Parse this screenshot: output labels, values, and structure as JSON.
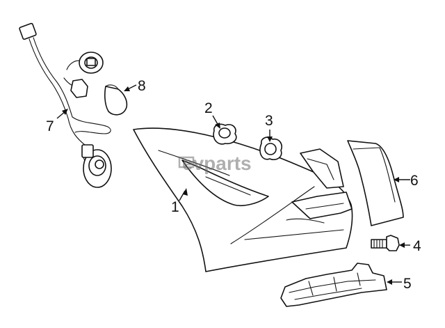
{
  "diagram": {
    "watermark": "evparts",
    "callouts": [
      {
        "id": "1",
        "label": "1"
      },
      {
        "id": "2",
        "label": "2"
      },
      {
        "id": "3",
        "label": "3"
      },
      {
        "id": "4",
        "label": "4"
      },
      {
        "id": "5",
        "label": "5"
      },
      {
        "id": "6",
        "label": "6"
      },
      {
        "id": "7",
        "label": "7"
      },
      {
        "id": "8",
        "label": "8"
      }
    ]
  }
}
